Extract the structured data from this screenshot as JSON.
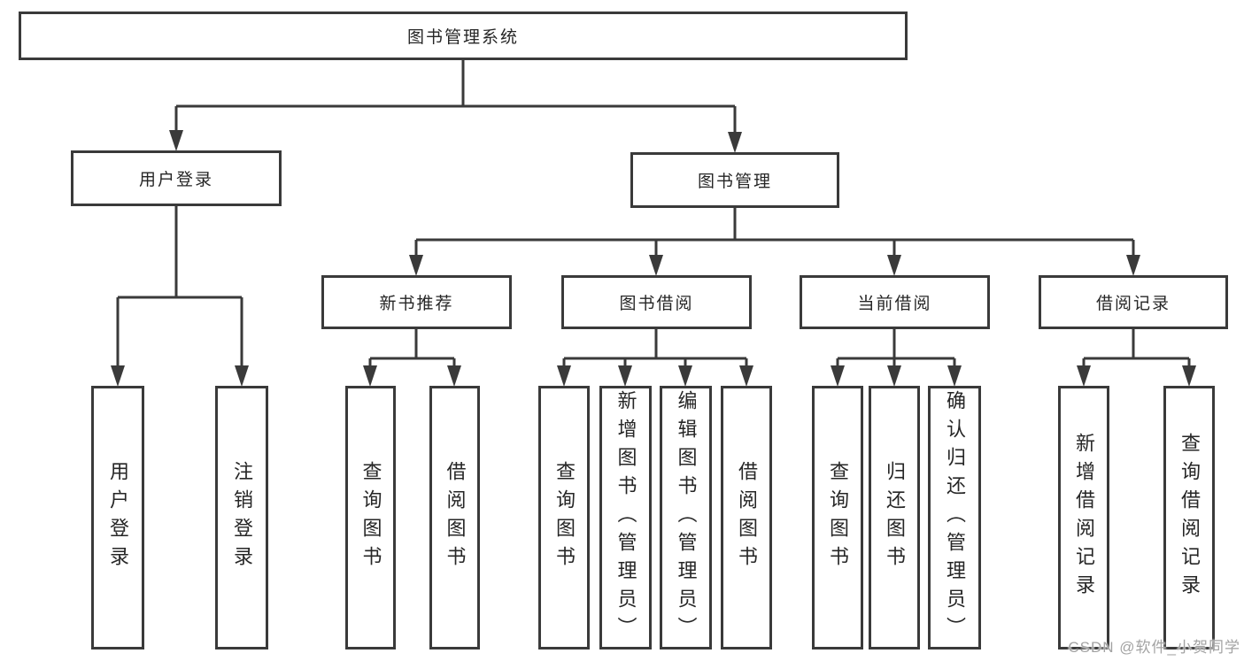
{
  "nodes": {
    "root": "图书管理系统",
    "level2": [
      "用户登录",
      "图书管理"
    ],
    "level3": [
      "新书推荐",
      "图书借阅",
      "当前借阅",
      "借阅记录"
    ],
    "level4": {
      "login": [
        "用户登录",
        "注销登录"
      ],
      "recommend": [
        "查询图书",
        "借阅图书"
      ],
      "borrow": [
        "查询图书",
        "新增图书（管理员）",
        "编辑图书（管理员）",
        "借阅图书"
      ],
      "current": [
        "查询图书",
        "归还图书",
        "确认归还（管理员）"
      ],
      "records": [
        "新增借阅记录",
        "查询借阅记录"
      ]
    }
  },
  "watermark": "CSDN @软件_小贺同学",
  "colors": {
    "line": "#3a3a3a",
    "text": "#262626",
    "background": "#ffffff",
    "watermark": "#a3a3a3"
  }
}
